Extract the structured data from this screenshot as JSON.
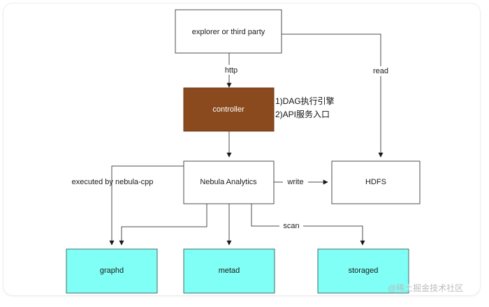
{
  "diagram": {
    "title_text": "",
    "colors": {
      "controller_fill": "#8b4a1e",
      "service_fill": "#7ffff5",
      "plain_fill": "#ffffff",
      "edge_stroke": "#4d4d4d",
      "frame_border": "#eceef0",
      "watermark_color": "#b9bcc0"
    },
    "nodes": {
      "explorer": {
        "label": "explorer or third party"
      },
      "controller": {
        "label": "controller"
      },
      "analytics": {
        "label": "Nebula Analytics"
      },
      "hdfs": {
        "label": "HDFS"
      },
      "graphd": {
        "label": "graphd"
      },
      "metad": {
        "label": "metad"
      },
      "storaged": {
        "label": "storaged"
      }
    },
    "edge_labels": {
      "http": "http",
      "read": "read",
      "write": "write",
      "scan": "scan",
      "executed_by": "executed by nebula-cpp"
    },
    "annotation": {
      "line1": "1)DAG执行引擎",
      "line2": "2)API服务入口"
    },
    "watermark": "@稀土掘金技术社区"
  }
}
